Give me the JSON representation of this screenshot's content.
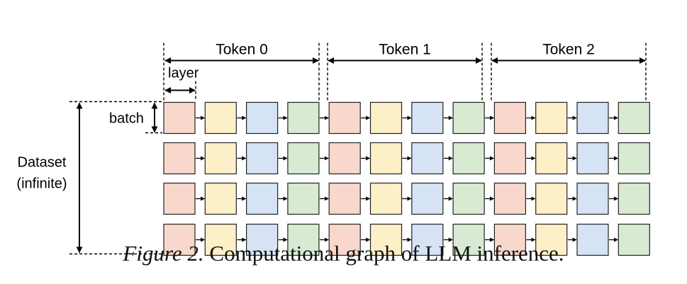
{
  "diagram": {
    "tokens": [
      "Token 0",
      "Token 1",
      "Token 2"
    ],
    "layer_label": "layer",
    "batch_label": "batch",
    "dataset_label": [
      "Dataset",
      "(infinite)"
    ],
    "rows": 4,
    "layers_per_token": 4,
    "layer_colors": [
      {
        "fill": "#f8d7cc",
        "stroke": "#222222"
      },
      {
        "fill": "#fdefc8",
        "stroke": "#222222"
      },
      {
        "fill": "#d5e3f4",
        "stroke": "#222222"
      },
      {
        "fill": "#d9ead3",
        "stroke": "#222222"
      }
    ]
  },
  "caption": {
    "figure_label": "Figure 2.",
    "text": "Computational graph of LLM inference."
  }
}
